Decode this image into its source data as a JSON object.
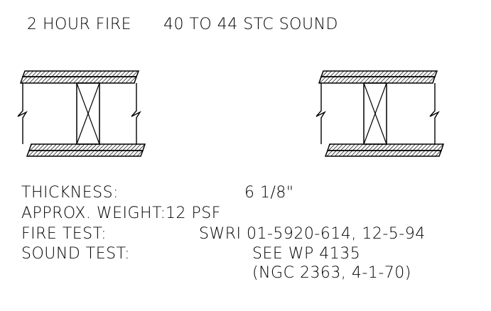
{
  "header": {
    "fire_rating": "2 HOUR FIRE",
    "sound_rating": "40 TO 44 STC SOUND"
  },
  "specs": {
    "thickness": {
      "label": "THICKNESS:",
      "value": "6 1/8\""
    },
    "weight": {
      "label": "APPROX. WEIGHT:",
      "value": "12 PSF"
    },
    "fire_test": {
      "label": "FIRE TEST:",
      "value": "SWRI 01-5920-614, 12-5-94"
    },
    "sound_test": {
      "label": "SOUND TEST:",
      "value": "SEE WP 4135",
      "value_line2": "(NGC 2363, 4-1-70)"
    }
  },
  "colors": {
    "line": "#000000",
    "background": "#ffffff"
  }
}
